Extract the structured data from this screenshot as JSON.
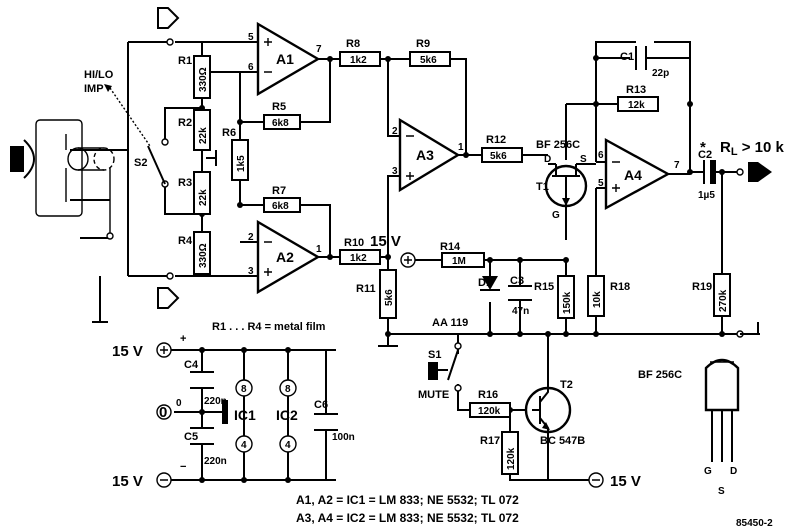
{
  "amplifiers": {
    "a1": "A1",
    "a2": "A2",
    "a3": "A3",
    "a4": "A4"
  },
  "resistors": {
    "r1": {
      "name": "R1",
      "value": "330Ω"
    },
    "r2": {
      "name": "R2",
      "value": "22k"
    },
    "r3": {
      "name": "R3",
      "value": "22k"
    },
    "r4": {
      "name": "R4",
      "value": "330Ω"
    },
    "r5": {
      "name": "R5",
      "value": "6k8"
    },
    "r6": {
      "name": "R6",
      "value": "1k5"
    },
    "r7": {
      "name": "R7",
      "value": "6k8"
    },
    "r8": {
      "name": "R8",
      "value": "1k2"
    },
    "r9": {
      "name": "R9",
      "value": "5k6"
    },
    "r10": {
      "name": "R10",
      "value": "1k2"
    },
    "r11": {
      "name": "R11",
      "value": "5k6"
    },
    "r12": {
      "name": "R12",
      "value": "5k6"
    },
    "r13": {
      "name": "R13",
      "value": "12k"
    },
    "r14": {
      "name": "R14",
      "value": "1M"
    },
    "r15": {
      "name": "R15",
      "value": "150k"
    },
    "r16": {
      "name": "R16",
      "value": "120k"
    },
    "r17": {
      "name": "R17",
      "value": "120k"
    },
    "r18": {
      "name": "R18",
      "value": "10k"
    },
    "r19": {
      "name": "R19",
      "value": "270k"
    }
  },
  "capacitors": {
    "c1": {
      "name": "C1",
      "value": "22p"
    },
    "c2": {
      "name": "C2",
      "value": "1µ5"
    },
    "c3": {
      "name": "C3",
      "value": "47n"
    },
    "c4": {
      "name": "C4",
      "value": "220n"
    },
    "c5": {
      "name": "C5",
      "value": "220n"
    },
    "c6": {
      "name": "C6",
      "value": "100n"
    }
  },
  "semis": {
    "t1": "T1",
    "t1_type": "BF 256C",
    "t2": "T2",
    "t2_type": "BC 547B",
    "d1": "D1",
    "d1_type": "AA 119",
    "pkg_type": "BF 256C",
    "pkg_pins": {
      "g": "G",
      "d": "D",
      "s": "S"
    }
  },
  "labels": {
    "hilo": "HI/LO",
    "imp": "IMP",
    "s1": "S1",
    "s2": "S2",
    "mute": "MUTE",
    "star": "*",
    "load": "R",
    "load_sub": "L",
    "load_rest": " > 10 k",
    "metal": "R1 . . . R4 = metal film",
    "v15": "15 V",
    "v15b": "15 V",
    "v15c": "15 V",
    "v15d": "15 V",
    "zero": "0",
    "ic1": "IC1",
    "ic2": "IC2",
    "plus": "+",
    "minus": "−",
    "fig": "85450-2"
  },
  "pins": {
    "p1": "1",
    "p2": "2",
    "p3": "3",
    "p4": "4",
    "p5": "5",
    "p6": "6",
    "p7": "7",
    "p8": "8",
    "gs_g": "G",
    "gs_d": "D",
    "gs_s": "S"
  },
  "footer": {
    "line1": "A1, A2 = IC1 = LM 833; NE 5532; TL 072",
    "line2": "A3, A4 = IC2 = LM 833; NE 5532; TL 072"
  }
}
